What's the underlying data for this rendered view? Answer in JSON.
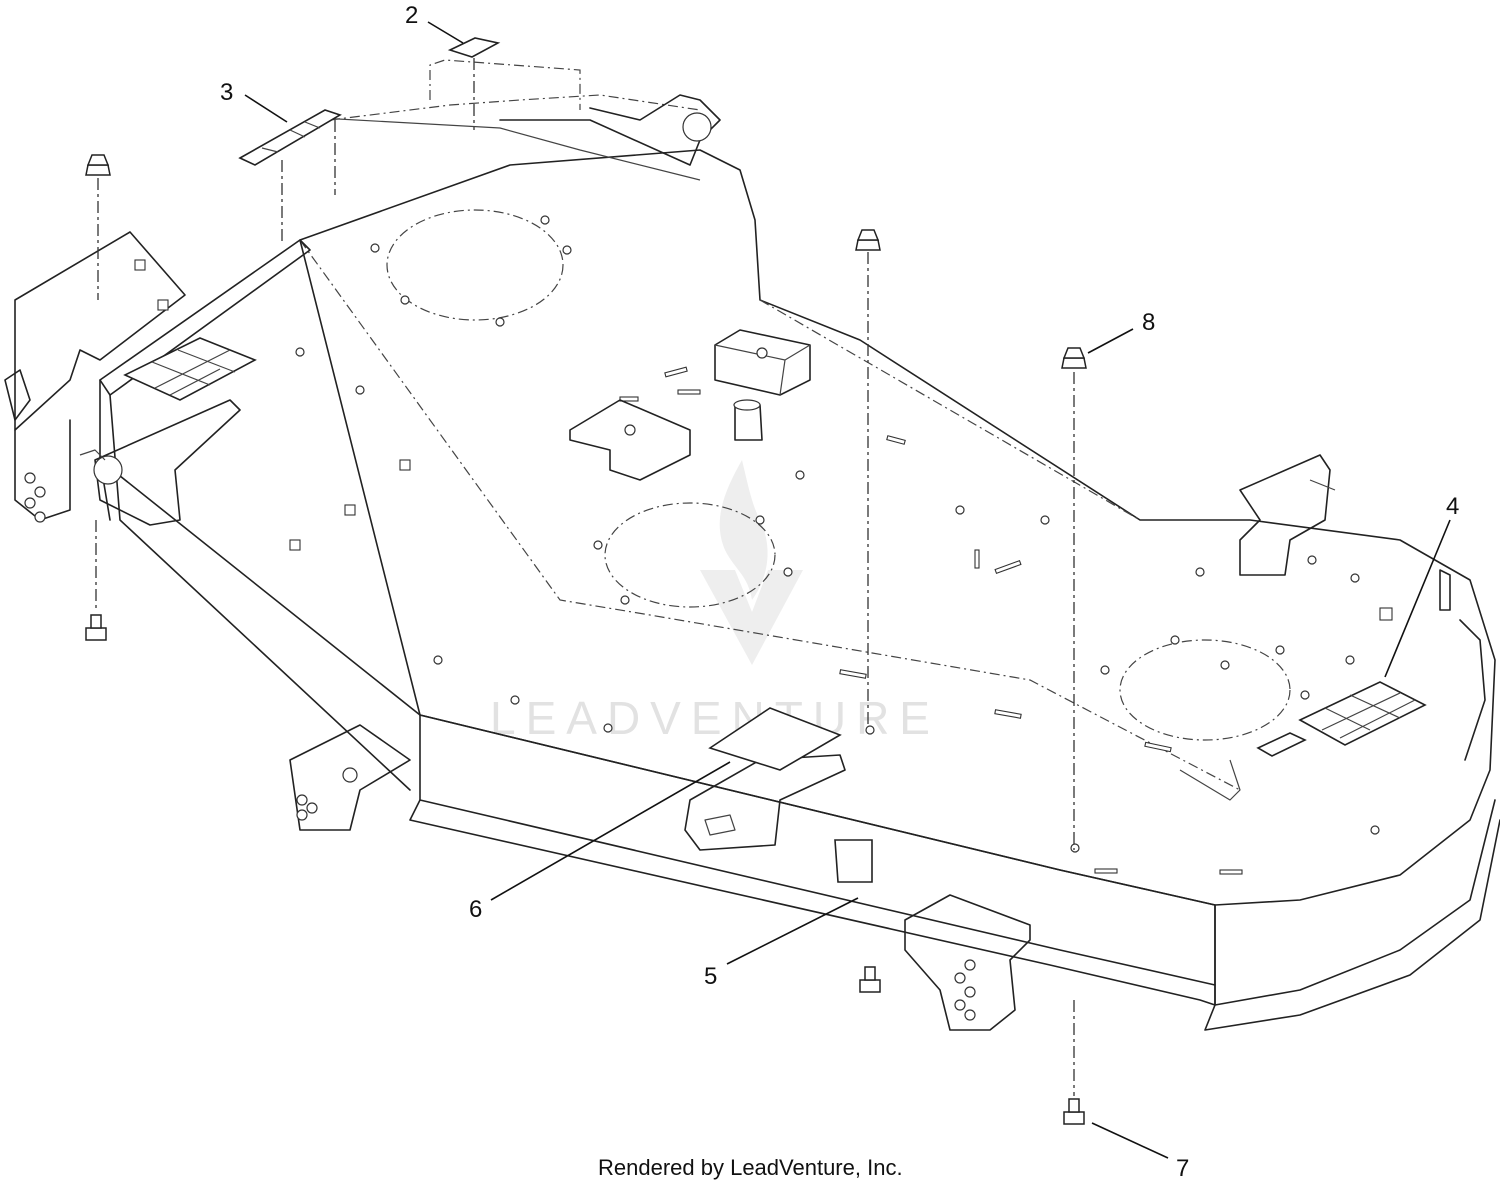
{
  "callouts": [
    {
      "id": "2",
      "label": "2"
    },
    {
      "id": "3",
      "label": "3"
    },
    {
      "id": "4",
      "label": "4"
    },
    {
      "id": "5",
      "label": "5"
    },
    {
      "id": "6",
      "label": "6"
    },
    {
      "id": "7",
      "label": "7"
    },
    {
      "id": "8",
      "label": "8"
    }
  ],
  "watermark": "LEADVENTURE",
  "footer": "Rendered by LeadVenture, Inc."
}
